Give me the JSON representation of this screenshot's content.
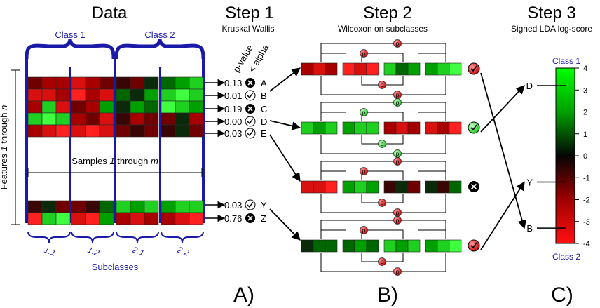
{
  "headers": {
    "data": "Data",
    "step1": "Step 1",
    "step2": "Step 2",
    "step3": "Step 3"
  },
  "subtitles": {
    "step1": "Kruskal Wallis",
    "step2": "Wilcoxon on subclasses",
    "step3": "Signed LDA log-score"
  },
  "classes": {
    "class1": "Class 1",
    "class2": "Class 2"
  },
  "axis": {
    "features_pre": "Features ",
    "features_n1": "1",
    "features_mid": " through ",
    "features_n2": "n",
    "samples_pre": "Samples ",
    "samples_n1": "1",
    "samples_mid": " through ",
    "samples_n2": "m"
  },
  "subclasses": {
    "title": "Subclasses",
    "labels": [
      "1.1",
      "1.2",
      "2.1",
      "2.2"
    ]
  },
  "step1_cols": {
    "pvalue": "p-value",
    "alpha": "< alpha"
  },
  "features": [
    {
      "name": "A",
      "p": "0.13",
      "pass": false
    },
    {
      "name": "B",
      "p": "0.01",
      "pass": true
    },
    {
      "name": "C",
      "p": "0.19",
      "pass": false
    },
    {
      "name": "D",
      "p": "0.00",
      "pass": true
    },
    {
      "name": "E",
      "p": "0.03",
      "pass": true
    },
    {
      "name": "Y",
      "p": "0.03",
      "pass": true
    },
    {
      "name": "Z",
      "p": "0.76",
      "pass": false
    }
  ],
  "wilcoxon_symbol": "p",
  "lda": {
    "top": "Class 1",
    "bottom": "Class 2",
    "ticks": [
      "4",
      "3",
      "2",
      "1",
      "0",
      "-1",
      "-2",
      "-3",
      "-4"
    ],
    "features": [
      {
        "name": "D",
        "score": 3.2
      },
      {
        "name": "Y",
        "score": -1.2
      },
      {
        "name": "B",
        "score": -3.3
      }
    ]
  },
  "panels": {
    "a": "A)",
    "b": "B)",
    "c": "C)"
  },
  "colors": {
    "blue": "#1a1aa8",
    "red": "#e01010",
    "green": "#10dc10",
    "dark": "#101010"
  }
}
